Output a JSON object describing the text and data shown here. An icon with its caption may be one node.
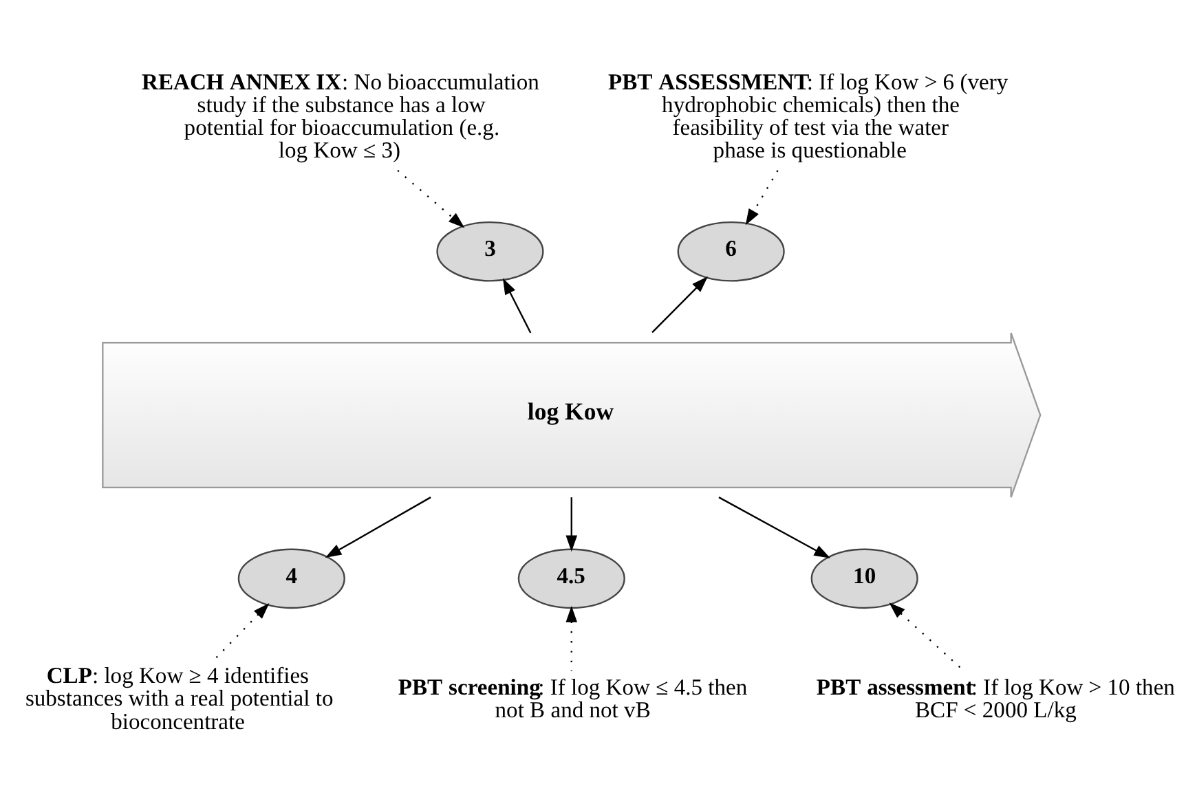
{
  "diagram": {
    "nodes": [
      {
        "text": [
          "log Kow"
        ]
      },
      {
        "text": [
          "**REACH ANNEX IX**: No bioaccumulation study if the substance has a low potential for bioaccumulation (e.g. log Kow ≤ 3)"
        ]
      },
      {
        "text": [
          "3"
        ]
      },
      {
        "text": [
          "**PBT ASSESSMENT**: If log Kow > 6 (very hydrophobic chemicals) then the feasibility of test via the water phase is questionable"
        ]
      },
      {
        "text": [
          "6"
        ]
      },
      {
        "text": [
          "4"
        ]
      },
      {
        "text": [
          "4.5"
        ]
      },
      {
        "text": [
          "10"
        ]
      },
      {
        "text": [
          "**CLP**: log Kow ≥ 4 identifies substances with a real potential to bioconcentrate"
        ]
      },
      {
        "text": [
          "**PBT screening**: If log Kow ≤ 4.5 then not B and not vB"
        ]
      },
      {
        "text": [
          "**PBT assessment**: If log Kow > 10 then BCF < 2000 L/kg"
        ]
      }
    ],
    "edges": [
      {
        "from": 0,
        "to": 2,
        "arrow": "to"
      },
      {
        "from": 0,
        "to": 5,
        "arrow": "to"
      },
      {
        "from": 0,
        "to": 6,
        "arrow": "to"
      },
      {
        "from": 0,
        "to": 4,
        "arrow": "to"
      },
      {
        "from": 0,
        "to": 7,
        "arrow": "to"
      },
      {
        "from": 1,
        "to": 2,
        "arrow": "to",
        "style": "dashed"
      },
      {
        "from": 3,
        "to": 4,
        "arrow": "to",
        "style": "dashed"
      },
      {
        "from": 8,
        "to": 5,
        "arrow": "to",
        "style": "dashed"
      },
      {
        "from": 9,
        "to": 6,
        "arrow": "to",
        "style": "dashed"
      },
      {
        "from": 10,
        "to": 7,
        "arrow": "to",
        "style": "dashed"
      }
    ]
  }
}
